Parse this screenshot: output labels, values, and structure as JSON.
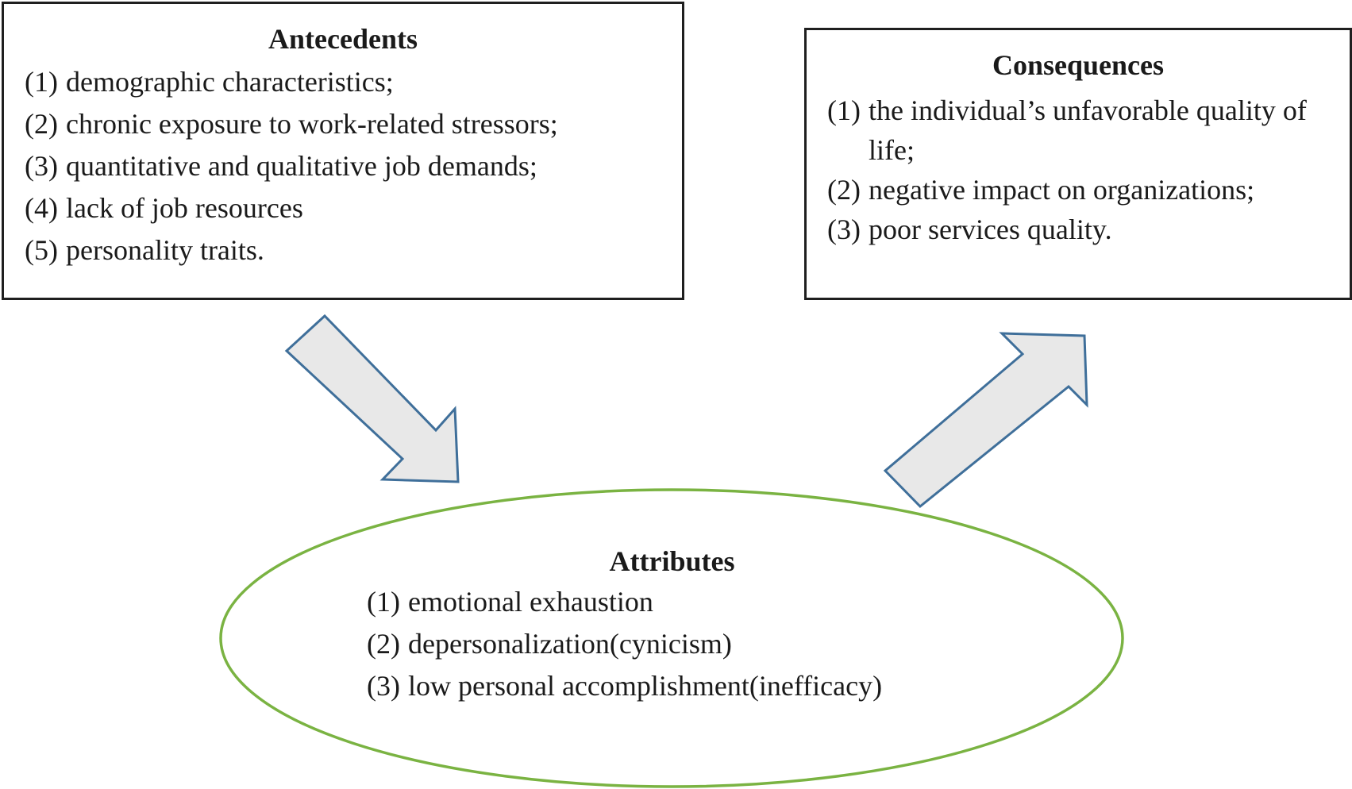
{
  "antecedents": {
    "title": "Antecedents",
    "items": [
      {
        "num": "(1)",
        "text": "demographic characteristics;"
      },
      {
        "num": "(2)",
        "text": "chronic exposure to work-related stressors;"
      },
      {
        "num": "(3)",
        "text": "quantitative and qualitative job demands;"
      },
      {
        "num": "(4)",
        "text": "lack of job resources"
      },
      {
        "num": "(5)",
        "text": "personality traits."
      }
    ]
  },
  "consequences": {
    "title": "Consequences",
    "items": [
      {
        "num": "(1)",
        "text": "the individual’s unfavorable quality of life;"
      },
      {
        "num": "(2)",
        "text": "negative impact on organizations;"
      },
      {
        "num": "(3)",
        "text": "poor services quality."
      }
    ]
  },
  "attributes": {
    "title": "Attributes",
    "items": [
      {
        "num": "(1)",
        "text": "emotional exhaustion"
      },
      {
        "num": "(2)",
        "text": "depersonalization(cynicism)"
      },
      {
        "num": "(3)",
        "text": "low personal accomplishment(inefficacy)"
      }
    ]
  },
  "colors": {
    "box_border": "#1f1f1f",
    "arrow_fill": "#e8e8e8",
    "arrow_stroke": "#3f6f9a",
    "ellipse_stroke": "#7ab342"
  }
}
